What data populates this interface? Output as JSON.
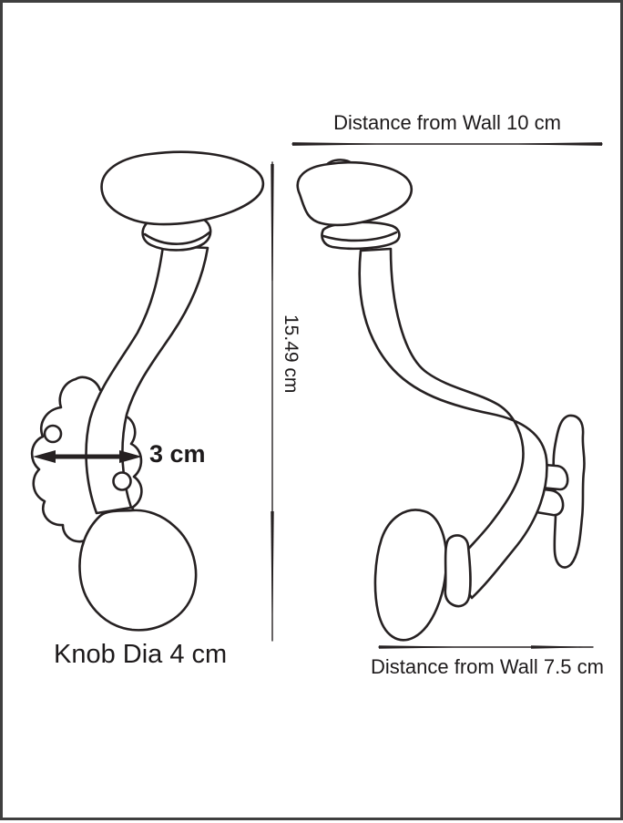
{
  "diagram": {
    "type": "technical-dimension-drawing",
    "subject": "wall coat hook, two views",
    "labels": {
      "top_dimension": "Distance from Wall 10 cm",
      "height_dimension": "15.49 cm",
      "plate_width_dimension": "3 cm",
      "knob_dimension": "Knob Dia 4 cm",
      "bottom_dimension": "Distance from Wall 7.5 cm"
    },
    "colors": {
      "line": "#262122",
      "background": "#ffffff",
      "border": "#3f3f3f",
      "text": "#1d1a1b"
    }
  }
}
